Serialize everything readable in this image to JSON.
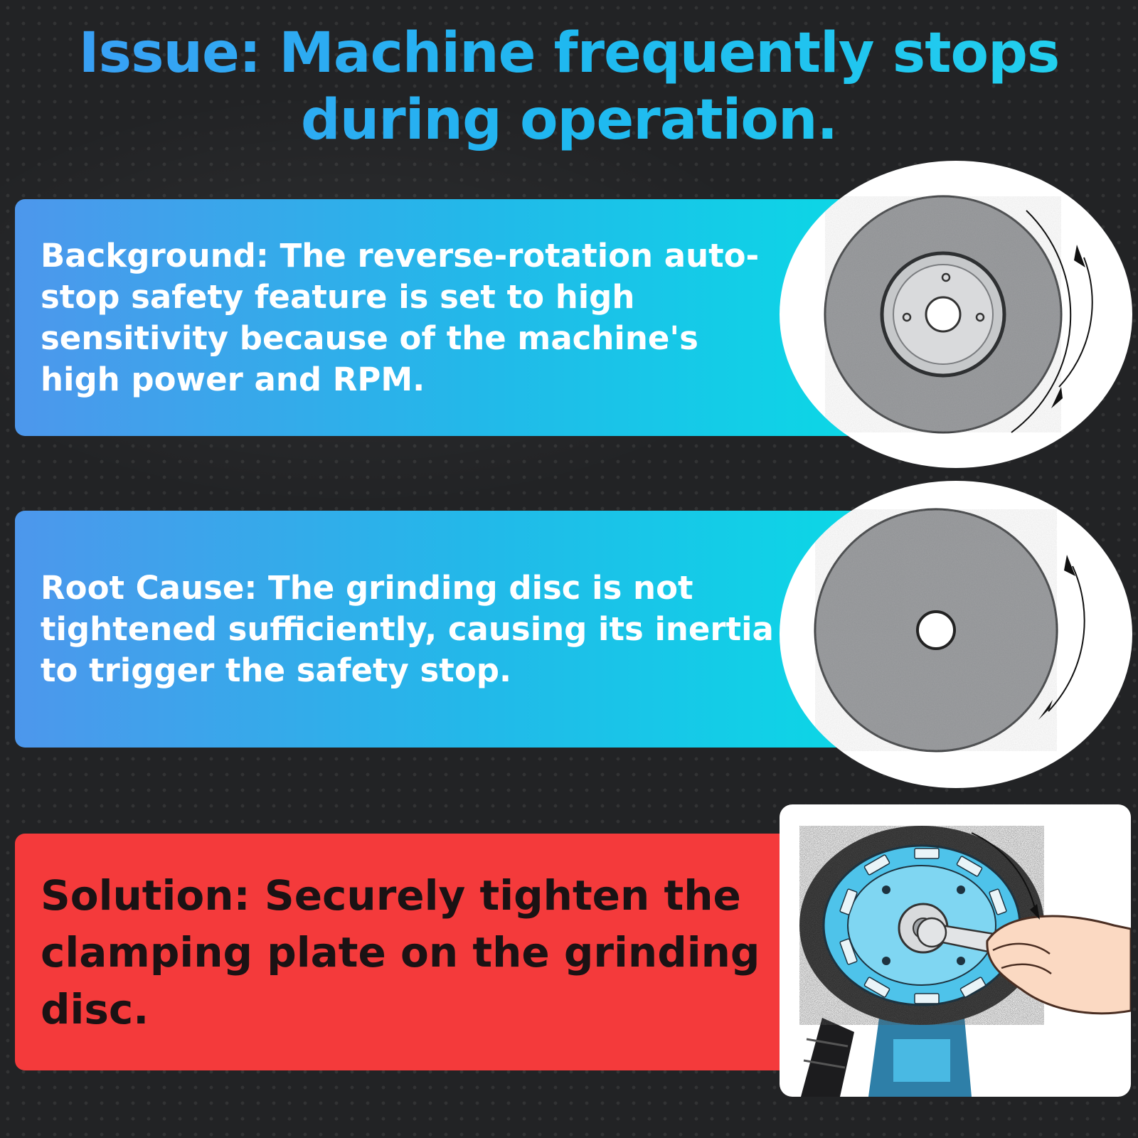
{
  "title": "Issue: Machine frequently stops during operation.",
  "panels": {
    "background": {
      "text": "Background: The reverse-rotation auto-stop safety feature is set to high sensitivity because of the machine's high power and RPM."
    },
    "root_cause": {
      "text": "Root Cause: The grinding disc is not tightened sufficiently, causing its inertia to trigger the safety stop."
    },
    "solution": {
      "text": "Solution: Securely tighten the clamping plate on the grinding disc."
    }
  },
  "colors": {
    "title_gradient_start": "#3d9cf5",
    "title_gradient_end": "#22d3ee",
    "blue_panel_start": "#4d97ec",
    "blue_panel_end": "#0bd8e6",
    "red_panel": "#f43a3b",
    "background": "#222325"
  }
}
